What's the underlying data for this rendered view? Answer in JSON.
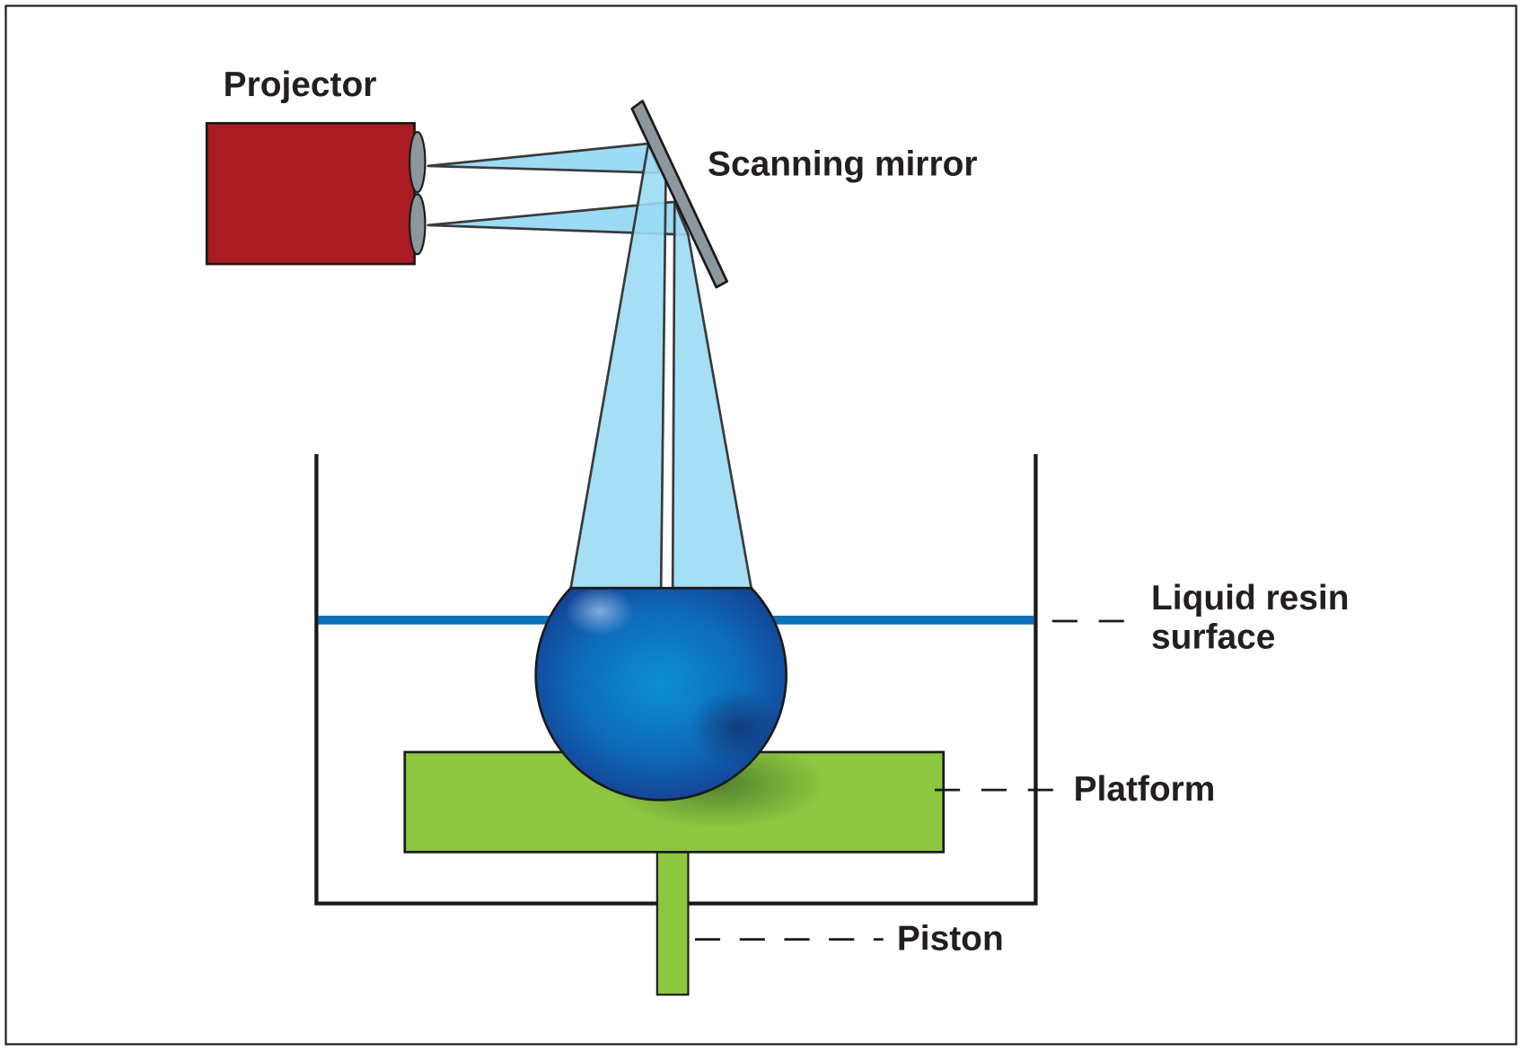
{
  "diagram": {
    "type": "stereolithography-setup",
    "labels": {
      "projector": "Projector",
      "scanning_mirror": "Scanning mirror",
      "liquid_resin_line1": "Liquid resin",
      "liquid_resin_line2": "surface",
      "platform": "Platform",
      "piston": "Piston"
    },
    "colors": {
      "projector": "#ab1b22",
      "lens": "#8d979e",
      "mirror": "#8d979e",
      "beam": "#9bdcf4",
      "beam_overlap": "#5ec6ee",
      "resin_surface": "#0d72b9",
      "sphere_light": "#0b8fd3",
      "sphere_dark": "#153c8f",
      "platform": "#8dc63f",
      "outline": "#1a1a1a"
    }
  }
}
